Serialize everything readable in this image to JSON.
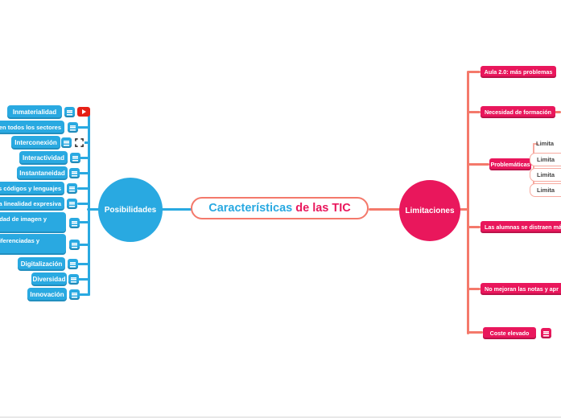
{
  "central": {
    "part1": "Características",
    "part2": " de las TIC"
  },
  "posibilidades": {
    "label": "Posibilidades",
    "items": [
      {
        "label": "Inmaterialidad",
        "icons": [
          "menu-icon",
          "youtube-icon"
        ]
      },
      {
        "label": "n en todos los sectores",
        "icons": [
          "menu-icon"
        ],
        "truncated_left": true
      },
      {
        "label": "Interconexión",
        "icons": [
          "menu-icon",
          "expand-icon"
        ]
      },
      {
        "label": "Interactividad",
        "icons": [
          "menu-icon"
        ]
      },
      {
        "label": "Instantaneidad",
        "icons": [
          "menu-icon"
        ]
      },
      {
        "label": "os códigos y lenguajes",
        "icons": [
          "menu-icon"
        ],
        "truncated_left": true
      },
      {
        "label": "la linealidad expresiva",
        "icons": [
          "menu-icon"
        ],
        "truncated_left": true
      },
      {
        "label": "idad de imagen y",
        "icons": [
          "menu-icon"
        ],
        "truncated_left": true
      },
      {
        "label": "diferenciadas y",
        "icons": [
          "menu-icon"
        ],
        "truncated_left": true
      },
      {
        "label": "Digitalización",
        "icons": [
          "menu-icon"
        ]
      },
      {
        "label": "Diversidad",
        "icons": [
          "menu-icon"
        ]
      },
      {
        "label": "Innovación",
        "icons": [
          "menu-icon"
        ]
      }
    ]
  },
  "limitaciones": {
    "label": "Limitaciones",
    "items": [
      {
        "label": "Aula 2.0: más problemas"
      },
      {
        "label": "Necesidad de formación"
      },
      {
        "label": "Problemáticas"
      },
      {
        "label": "Las alumnas se distraen má",
        "truncated_right": true
      },
      {
        "label": "No mejoran las notas y apr",
        "truncated_right": true
      },
      {
        "label": "Coste elevado",
        "icons": [
          "menu-icon"
        ]
      }
    ],
    "problematicas_children": [
      {
        "label": "Limita"
      },
      {
        "label": "Limita"
      },
      {
        "label": "Limita"
      },
      {
        "label": "Limita"
      }
    ]
  },
  "colors": {
    "blue": "#29A9E1",
    "crimson": "#E9175C",
    "salmon_line": "#F4796B",
    "light_salmon": "#F7A99F",
    "youtube_red": "#E62117"
  }
}
